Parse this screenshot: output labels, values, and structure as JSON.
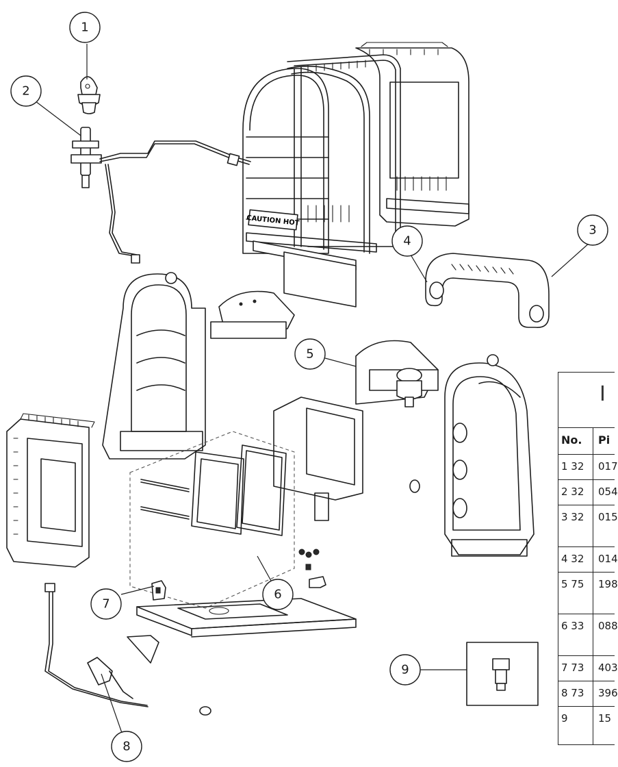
{
  "callouts": [
    {
      "id": "1",
      "label": "1"
    },
    {
      "id": "2",
      "label": "2"
    },
    {
      "id": "3",
      "label": "3"
    },
    {
      "id": "4",
      "label": "4"
    },
    {
      "id": "5",
      "label": "5"
    },
    {
      "id": "6",
      "label": "6"
    },
    {
      "id": "7",
      "label": "7"
    },
    {
      "id": "8",
      "label": "8"
    },
    {
      "id": "9",
      "label": "9"
    }
  ],
  "stamp_text": "CAUTION HOT",
  "table": {
    "title": "I",
    "head": {
      "no": "No.",
      "part": "Pi"
    },
    "rows": [
      {
        "a": "1 32",
        "b": "017"
      },
      {
        "a": "2 32",
        "b": "054"
      },
      {
        "a": "3 32",
        "b": "015"
      },
      {
        "a": "4 32",
        "b": "014"
      },
      {
        "a": "5 75",
        "b": "198"
      },
      {
        "a": "6 33",
        "b": "088"
      },
      {
        "a": "7 73",
        "b": "403"
      },
      {
        "a": "8 73",
        "b": "396"
      },
      {
        "a": "9",
        "b": "15"
      }
    ]
  }
}
